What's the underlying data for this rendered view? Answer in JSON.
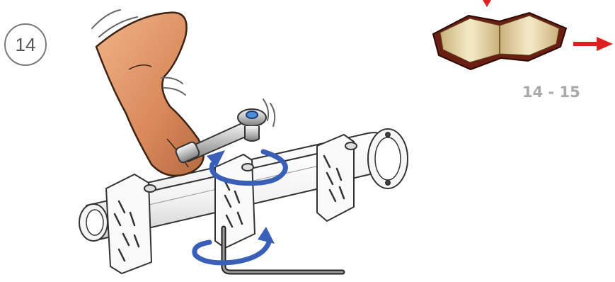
{
  "step": {
    "number": "14"
  },
  "manual_ref": {
    "pages": "14 - 15"
  },
  "colors": {
    "rotate_arrow": "#3a5fb8",
    "pointer_arrow": "#e02020",
    "book_cover": "#6b1f12",
    "book_pages": "#e6d29c"
  },
  "icons": [
    "open-book-icon",
    "arm-with-torque-wrench",
    "rotation-arrow-icon",
    "hex-key-icon"
  ]
}
